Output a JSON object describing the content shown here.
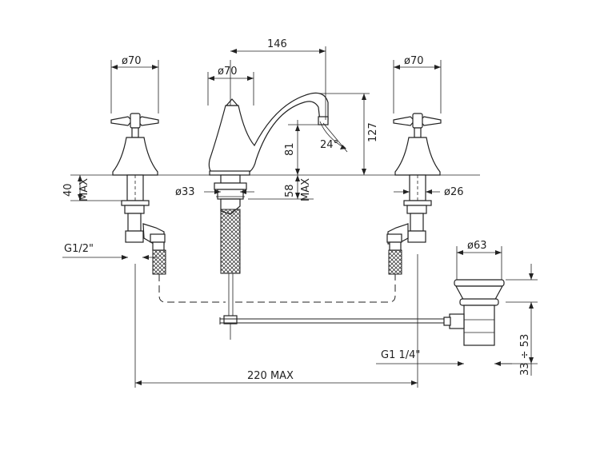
{
  "dimensions": {
    "left_handle_dia": "ø70",
    "spout_base_dia": "ø70",
    "spout_reach": "146",
    "right_handle_dia": "ø70",
    "spout_height": "127",
    "spout_clearance": "81",
    "spout_angle": "24°",
    "left_body_max": "40",
    "left_body_max_label": "MAX",
    "spout_shank_dia": "ø33",
    "spout_shank_max": "58",
    "spout_shank_max_label": "MAX",
    "right_shank_dia": "ø26",
    "inlet_thread": "G1/2\"",
    "waste_dia": "ø63",
    "waste_thread": "G1 1/4\"",
    "waste_range": "33 ÷ 53",
    "overall_width": "220 MAX"
  }
}
